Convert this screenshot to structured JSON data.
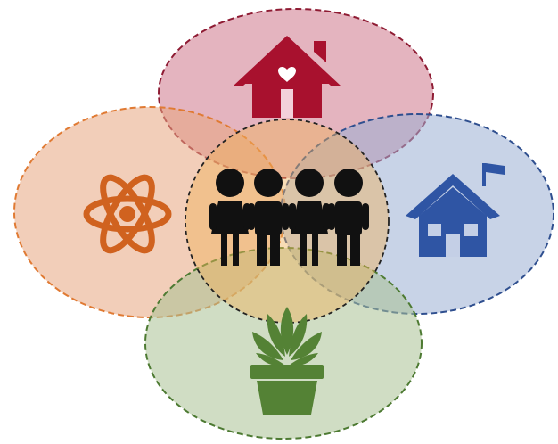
{
  "diagram": {
    "center": {
      "icon": "children-group-icon",
      "fill": "#F0B25A",
      "stroke": "#222222"
    },
    "circles": [
      {
        "key": "top",
        "icon": "house-with-heart-icon",
        "fill": "#C9697F",
        "stroke": "#8E1B33",
        "icon_color": "#A8112E"
      },
      {
        "key": "left",
        "icon": "atom-icon",
        "fill": "#E8A580",
        "stroke": "#E07A33",
        "icon_color": "#D0621F"
      },
      {
        "key": "right",
        "icon": "school-house-flag-icon",
        "fill": "#9AAFD3",
        "stroke": "#2F4F8F",
        "icon_color": "#2F55A4"
      },
      {
        "key": "bottom",
        "icon": "potted-plant-icon",
        "fill": "#A9C193",
        "stroke": "#4D7A32",
        "icon_color": "#548235"
      }
    ]
  }
}
